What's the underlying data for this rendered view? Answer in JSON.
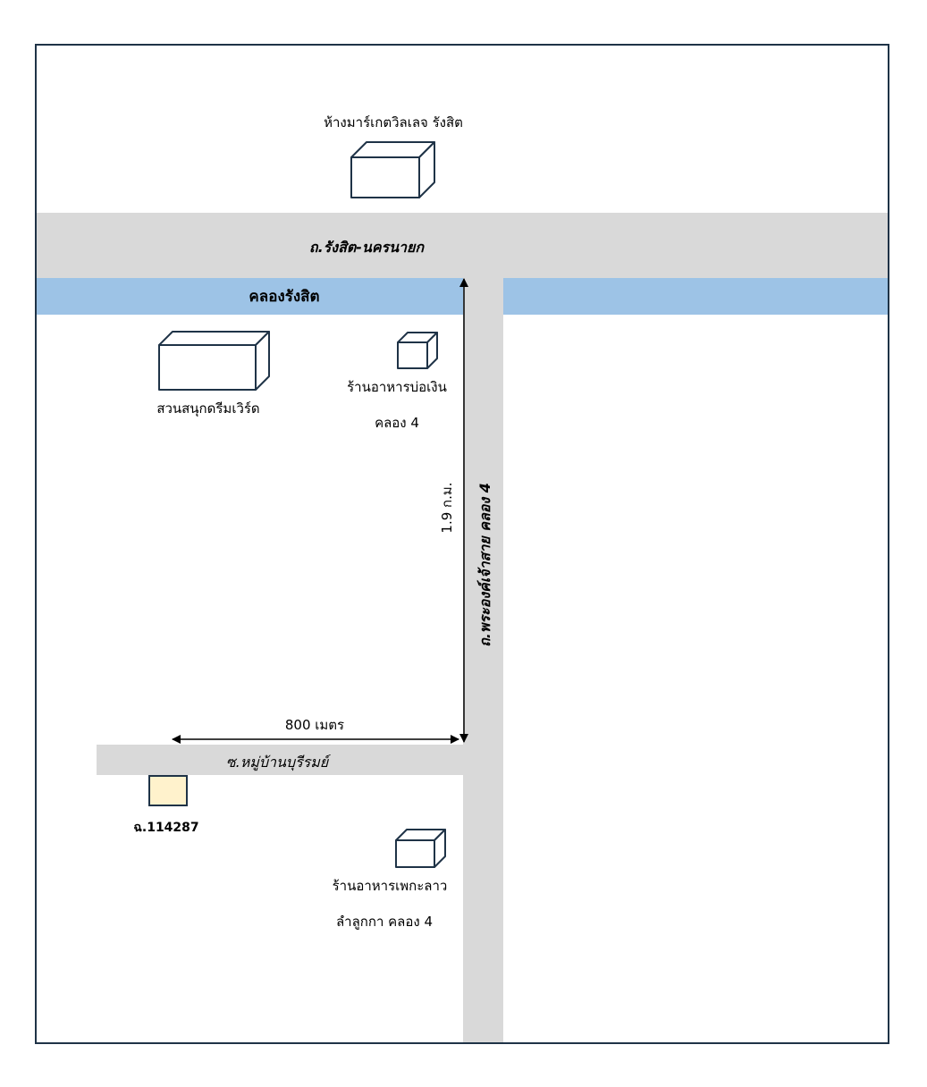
{
  "colors": {
    "road": "#d9d9d9",
    "canal": "#9dc3e6",
    "frame": "#1f3347",
    "building_stroke": "#1f3347",
    "plot_fill": "#fff2cc"
  },
  "roads": {
    "main_road": "ถ.รังสิต-นครนายก",
    "side_road": "ถ.พระองค์เจ้าสาย คลอง 4",
    "soi": "ซ.หมู่บ้านบุรีรมย์"
  },
  "canal": {
    "name": "คลองรังสิต"
  },
  "landmarks": {
    "market_village": "ห้างมาร์เกตวิลเลจ รังสิต",
    "dream_world": "สวนสนุกดรีมเวิร์ด",
    "bo_ngoen_line1": "ร้านอาหารบ่อเงิน",
    "bo_ngoen_line2": "คลอง 4",
    "phetkala_line1": "ร้านอาหารเพกะลาว",
    "phetkala_line2": "ลำลูกกา คลอง 4"
  },
  "plot": {
    "label": "ฉ.114287"
  },
  "distances": {
    "vertical": "1.9 ก.ม.",
    "horizontal": "800 เมตร"
  }
}
